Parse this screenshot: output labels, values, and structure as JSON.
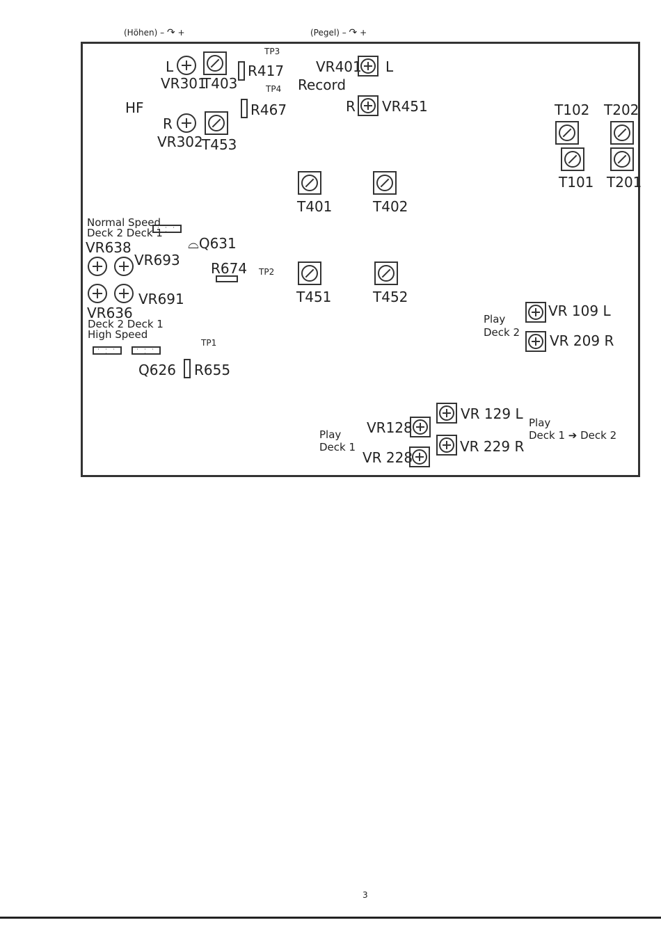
{
  "top": {
    "hoehen": "(Höhen) –",
    "pegel": "(Pegel) –",
    "plus": "+"
  },
  "labels": {
    "hf": "HF",
    "l1": "L",
    "r1": "R",
    "vr301": "VR301",
    "t403": "T403",
    "vr302": "VR302",
    "t453": "T453",
    "tp3": "TP3",
    "tp4": "TP4",
    "r417": "R417",
    "r467": "R467",
    "vr401": "VR401",
    "l2": "L",
    "record": "Record",
    "r2": "R",
    "vr451": "VR451",
    "t102": "T102",
    "t202": "T202",
    "t101": "T101",
    "t201": "T201",
    "t401": "T401",
    "t402": "T402",
    "t451": "T451",
    "t452": "T452",
    "normal_speed": "Normal Speed",
    "deck2deck1_a": "Deck 2 Deck 1",
    "vr638": "VR638",
    "q631": "Q631",
    "vr693": "VR693",
    "r674": "R674",
    "tp2": "TP2",
    "vr691": "VR691",
    "vr636": "VR636",
    "deck2deck1_b": "Deck 2 Deck 1",
    "high_speed": "High Speed",
    "tp1": "TP1",
    "q626": "Q626",
    "r655": "R655",
    "play_deck2_a": "Play",
    "play_deck2_b": "Deck 2",
    "vr109": "VR 109 L",
    "vr209": "VR 209 R",
    "vr128": "VR128",
    "vr228": "VR 228",
    "play_deck1_a": "Play",
    "play_deck1_b": "Deck 1",
    "vr129": "VR 129 L",
    "vr229": "VR 229 R",
    "play_dub_a": "Play",
    "play_dub_b": "Deck 1 ➔ Deck 2",
    "connector_dots": "· · · ·"
  },
  "page_number": "3"
}
